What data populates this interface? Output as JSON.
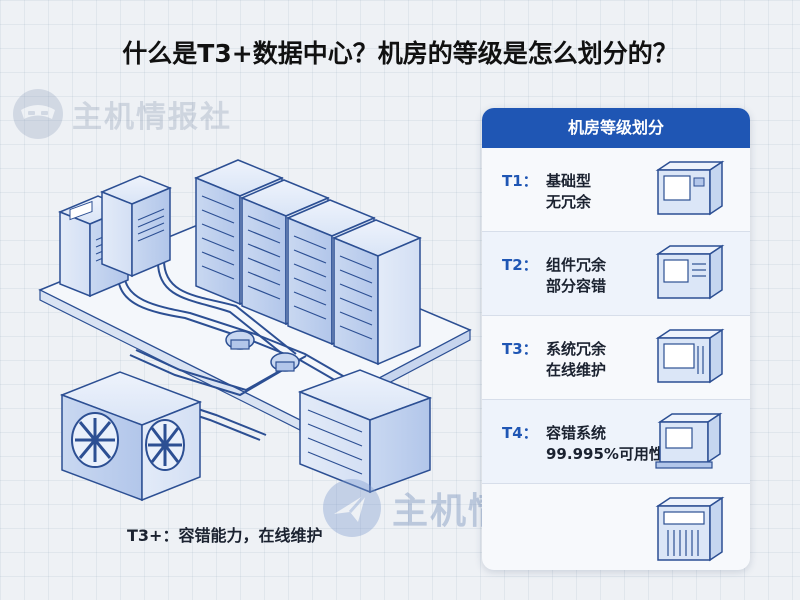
{
  "title": "什么是T3+数据中心？机房的等级是怎么划分的？",
  "watermark": {
    "text": "主机情报社"
  },
  "caption": "T3+：容错能力，在线维护",
  "panel": {
    "title": "机房等级划分",
    "tiers": [
      {
        "code": "T1：",
        "line1": "基础型",
        "line2": "无冗余",
        "icon": "server-unit-icon"
      },
      {
        "code": "T2：",
        "line1": "组件冗余",
        "line2": "部分容错",
        "icon": "server-unit-icon"
      },
      {
        "code": "T3：",
        "line1": "系统冗余",
        "line2": "在线维护",
        "icon": "server-unit-icon"
      },
      {
        "code": "T4：",
        "line1": "容错系统",
        "line2": "99.995%可用性",
        "icon": "server-unit-icon"
      },
      {
        "code": "",
        "line1": "",
        "line2": "",
        "icon": "server-unit-icon"
      }
    ]
  },
  "colors": {
    "accent": "#1f56b4",
    "line": "#2c4f93",
    "fill_light": "#e6eefb",
    "fill_mid": "#c8d8f2",
    "fill_dark": "#9fb8e3"
  }
}
